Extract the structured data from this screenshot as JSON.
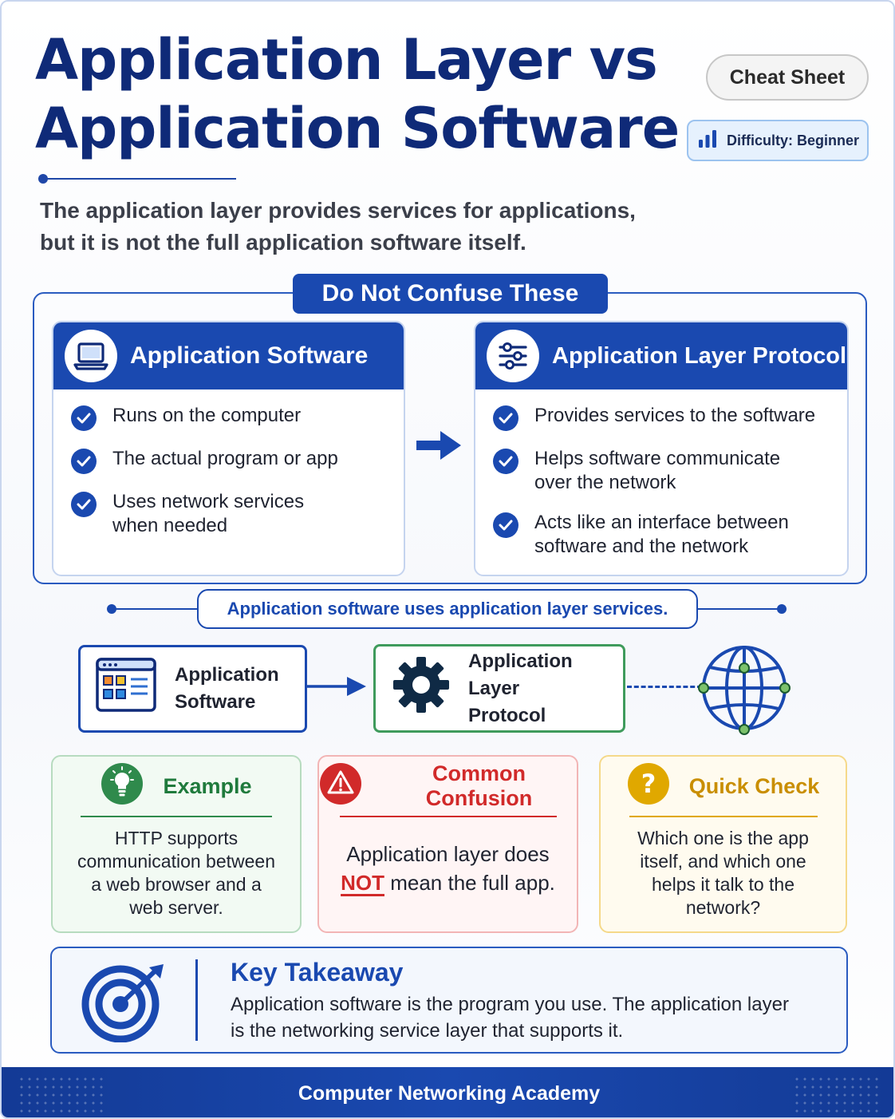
{
  "header": {
    "title": "Application Layer vs Application Software",
    "cheat_sheet_label": "Cheat Sheet",
    "difficulty_label": "Difficulty: Beginner",
    "subtitle": "The application layer provides services for applications, but it is not the full application software itself."
  },
  "compare": {
    "banner": "Do Not Confuse These",
    "left": {
      "title": "Application Software",
      "icon": "laptop-icon",
      "items": [
        "Runs on the computer",
        "The actual program or app",
        "Uses network services when needed"
      ]
    },
    "right": {
      "title": "Application Layer Protocol",
      "icon": "sliders-icon",
      "items": [
        "Provides services to the software",
        "Helps software communicate over the network",
        "Acts like an interface between software and the network"
      ]
    }
  },
  "relation": {
    "statement": "Application software uses application layer services.",
    "app_label": "Application\nSoftware",
    "proto_label": "Application Layer\nProtocol",
    "icons": [
      "app-window-icon",
      "gear-icon",
      "globe-icon"
    ]
  },
  "cards": {
    "example": {
      "title": "Example",
      "icon": "lightbulb-icon",
      "body": "HTTP supports communication between a web browser and a web server."
    },
    "confusion": {
      "title": "Common Confusion",
      "icon": "warning-icon",
      "body_before": "Application layer does",
      "body_emphasis": "NOT",
      "body_after": "mean the full app."
    },
    "quick_check": {
      "title": "Quick Check",
      "icon": "question-icon",
      "body": "Which one is the app itself, and which one helps it talk to the network?"
    }
  },
  "takeaway": {
    "title": "Key Takeaway",
    "body": "Application software is the program you use. The application layer is the networking service layer that supports it.",
    "icon": "target-icon"
  },
  "footer": {
    "text": "Computer Networking Academy"
  },
  "colors": {
    "primary": "#1a49b0",
    "title": "#0f2a78",
    "green": "#2f8a4c",
    "red": "#d12a2a",
    "yellow": "#e0a800"
  }
}
